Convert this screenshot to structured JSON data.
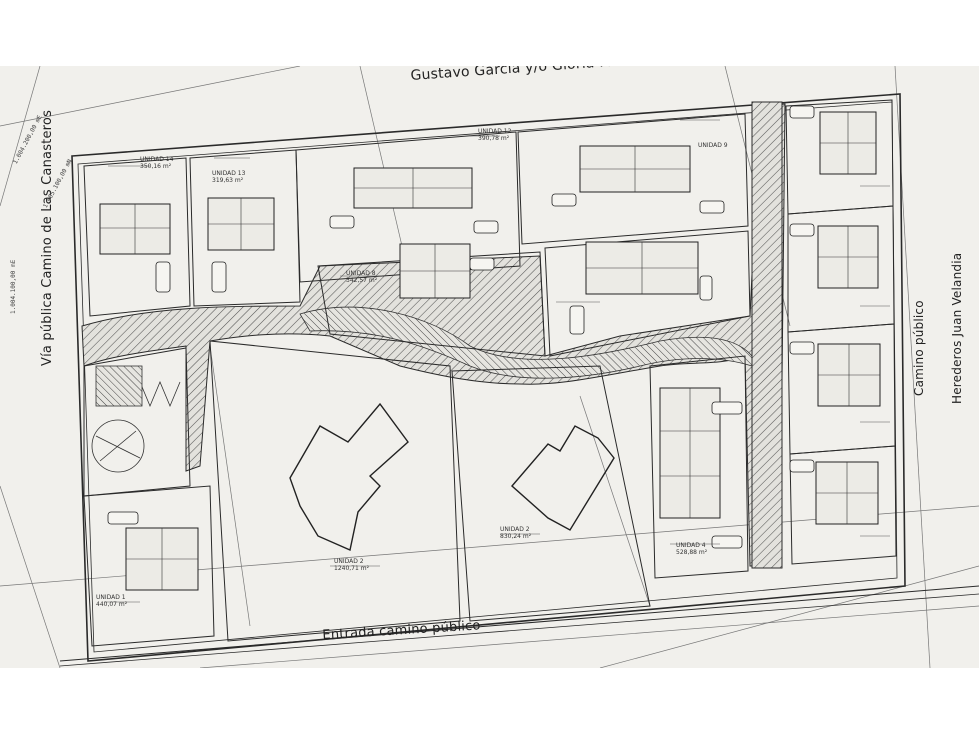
{
  "streets": {
    "top": "Gustavo García y/o Gloria María Hoaquín",
    "bottom": "Entrada camino público",
    "left": "Vía pública Camino de Las Canasteros",
    "right_inner": "Camino público",
    "right_outer": "Herederos Juan Velandia"
  },
  "coordinates": {
    "a": "1.004.200,00 mE",
    "b": "1.005.100,00 mN",
    "c": "1.004.100,00 mE"
  },
  "units": [
    {
      "id": "u14",
      "name": "UNIDAD 14",
      "area": "350,16 m²"
    },
    {
      "id": "u13",
      "name": "UNIDAD 13",
      "area": "319,63 m²"
    },
    {
      "id": "u12",
      "name": "UNIDAD 12",
      "area": "390,78 m²"
    },
    {
      "id": "u9",
      "name": "UNIDAD 9",
      "area": ""
    },
    {
      "id": "u8",
      "name": "UNIDAD 8",
      "area": "342,57 m²"
    },
    {
      "id": "u1",
      "name": "UNIDAD 1",
      "area": "440,07 m²"
    },
    {
      "id": "u2a",
      "name": "UNIDAD 2",
      "area": "1240,71 m²"
    },
    {
      "id": "u2b",
      "name": "UNIDAD 2",
      "area": "830,24 m²"
    },
    {
      "id": "u4",
      "name": "UNIDAD 4",
      "area": "528,88 m²"
    }
  ],
  "colors": {
    "paper": "#f1f0ec",
    "ink": "#2a2a2a",
    "hatch": "#555555"
  }
}
